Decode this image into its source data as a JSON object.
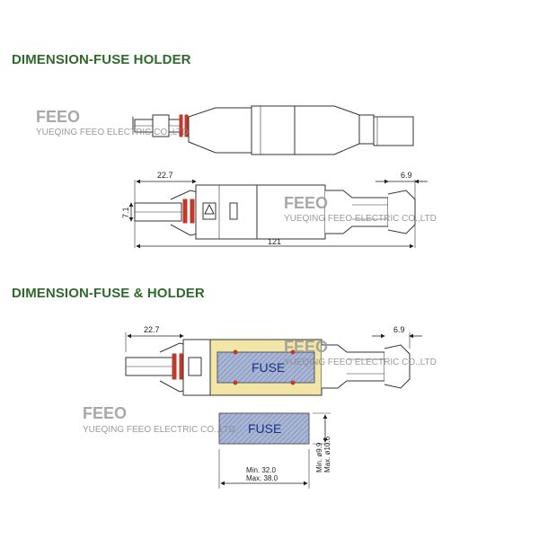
{
  "headings": {
    "fuse_holder": "DIMENSION-FUSE HOLDER",
    "fuse_and_holder": "DIMENSION-FUSE & HOLDER"
  },
  "watermark": {
    "logo": "FEEO",
    "company": "YUEQING FEEO ELECTRIC CO.,LTD"
  },
  "holder_dims": {
    "left_length": "22.7",
    "right_length": "6.9",
    "height": "7.1",
    "total_length": "121"
  },
  "assembly_dims": {
    "left_length": "22.7",
    "right_length": "6.9",
    "fuse_label": "FUSE"
  },
  "fuse_dims": {
    "label": "FUSE",
    "length_min": "Min. 32.0",
    "length_max": "Max. 38.0",
    "dia_min": "Min. ø9.9",
    "dia_max": "Max. ø10.6"
  },
  "colors": {
    "heading": "#2e6b2a",
    "o_ring": "#c0392b",
    "fuse_body": "#8fa0c4",
    "fuse_highlight": "#f1e6a6",
    "fuse_text": "#1e2f88"
  }
}
